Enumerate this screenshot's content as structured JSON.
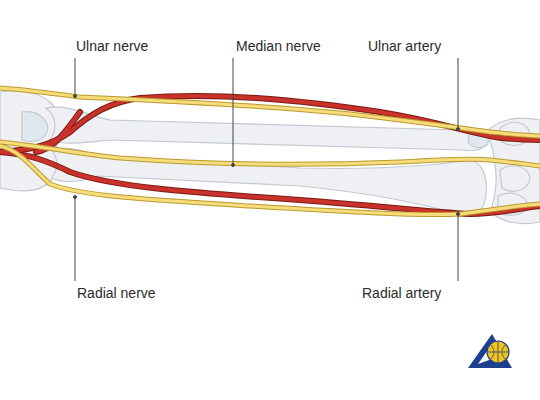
{
  "diagram": {
    "labels": [
      "Ulnar nerve",
      "Median nerve",
      "Ulnar artery",
      "Radial nerve",
      "Radial artery"
    ]
  }
}
